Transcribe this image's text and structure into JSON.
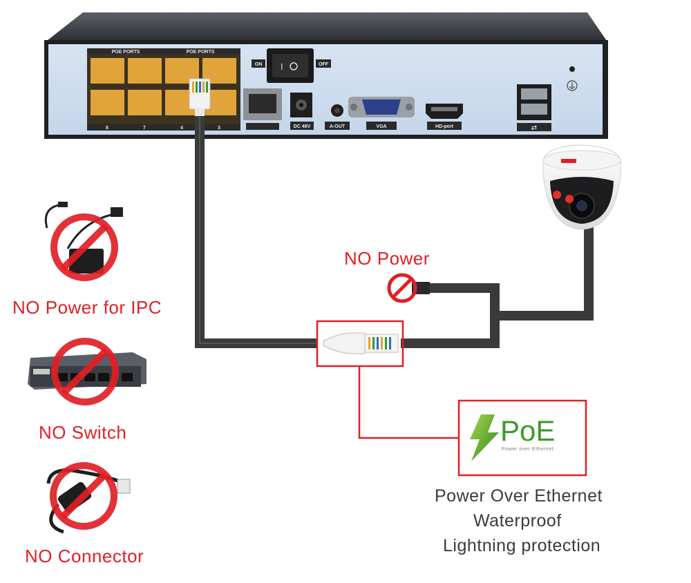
{
  "nvr": {
    "poe_ports_label_left": "POE PORTS",
    "poe_ports_label_right": "POE PORTS",
    "port_numbers": [
      "8",
      "7",
      "4",
      "3"
    ],
    "switch_on": "ON",
    "switch_off": "OFF",
    "dc_label": "DC 48V",
    "aout_label": "A-OUT",
    "vga_label": "VGA",
    "hdport_label": "HD-port"
  },
  "labels": {
    "no_power_ipc": "NO Power for IPC",
    "no_switch": "NO Switch",
    "no_connector": "NO Connector",
    "no_power": "NO Power",
    "feature_1": "Power Over Ethernet",
    "feature_2": "Waterproof",
    "feature_3": "Lightning protection"
  },
  "poe_logo": {
    "title": "PoE",
    "subtitle": "Power over Ethernet"
  },
  "colors": {
    "accent_red": "#e01f26",
    "cable": "#3a3a3a",
    "poe_green": "#3c9a2a",
    "port_orange": "#e0a43a"
  },
  "icons": [
    "power-adapter-icon",
    "switch-icon",
    "connector-icon",
    "prohibited-icon",
    "dome-camera-icon",
    "poe-logo-icon",
    "nvr-device-icon"
  ]
}
